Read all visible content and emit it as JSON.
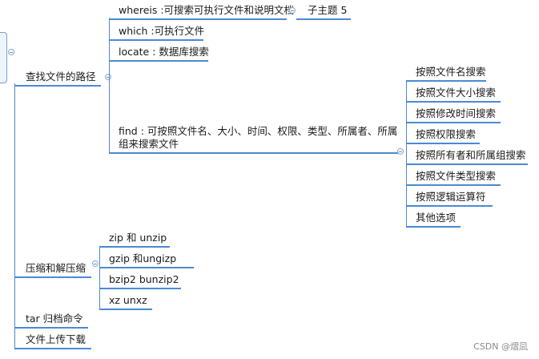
{
  "tree": {
    "find_path": {
      "label": "查找文件的路径",
      "whereis": {
        "label": "whereis :可搜索可执行文件和说明文档",
        "child": "子主题 5"
      },
      "which": "which :可执行文件",
      "locate": "locate : 数据库搜索",
      "find": {
        "label": "find : 可按照文件名、大小、时间、权限、类型、所属者、所属组来搜索文件",
        "children": [
          "按照文件名搜索",
          "按照文件大小搜索",
          "按照修改时间搜索",
          "按照权限搜索",
          "按照所有者和所属组搜索",
          "按照文件类型搜索",
          "按照逻辑运算符",
          "其他选项"
        ]
      }
    },
    "compress": {
      "label": "压缩和解压缩",
      "children": [
        "zip 和 unzip",
        "gzip 和ungizp",
        "bzip2  bunzip2",
        "xz  unxz"
      ]
    },
    "tar": "tar 归档命令",
    "transfer": "文件上传下载"
  },
  "watermark": "CSDN @熠凨",
  "colors": {
    "line": "#4a8ad4",
    "text": "#1a1a1a"
  }
}
